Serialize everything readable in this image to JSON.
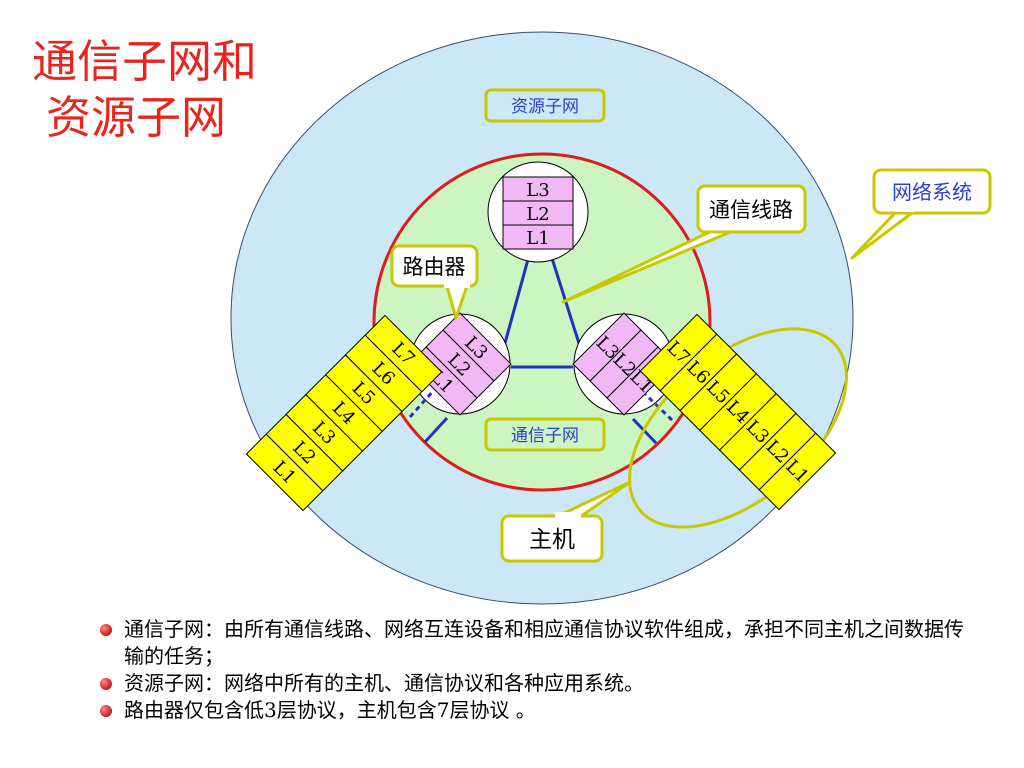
{
  "title": {
    "line1": "通信子网和",
    "line2": "资源子网"
  },
  "labels": {
    "resource_subnet": "资源子网",
    "comm_subnet": "通信子网",
    "network_system": "网络系统",
    "comm_line": "通信线路",
    "router": "路由器",
    "host": "主机"
  },
  "router_layers": [
    "L3",
    "L2",
    "L1"
  ],
  "host_layers": [
    "L7",
    "L6",
    "L5",
    "L4",
    "L3",
    "L2",
    "L1"
  ],
  "bullets": [
    {
      "text": "通信子网：由所有通信线路、网络互连设备和相应通信协议软件组成，承担不同主机之间数据传输的任务；"
    },
    {
      "text": "资源子网：网络中所有的主机、通信协议和各种应用系统。"
    },
    {
      "text": "路由器仅包含低3层协议，主机包含7层协议 。"
    }
  ],
  "colors": {
    "title": "#e8251d",
    "outer_fill": "#cce8f7",
    "inner_fill": "#ccf5c2",
    "inner_border": "#dd1c1c",
    "router_fill": "#f2b8f5",
    "host_fill": "#ffff00",
    "callout_border": "#c8c800",
    "link": "#2233bb",
    "label_blue": "#2a3fcf"
  }
}
